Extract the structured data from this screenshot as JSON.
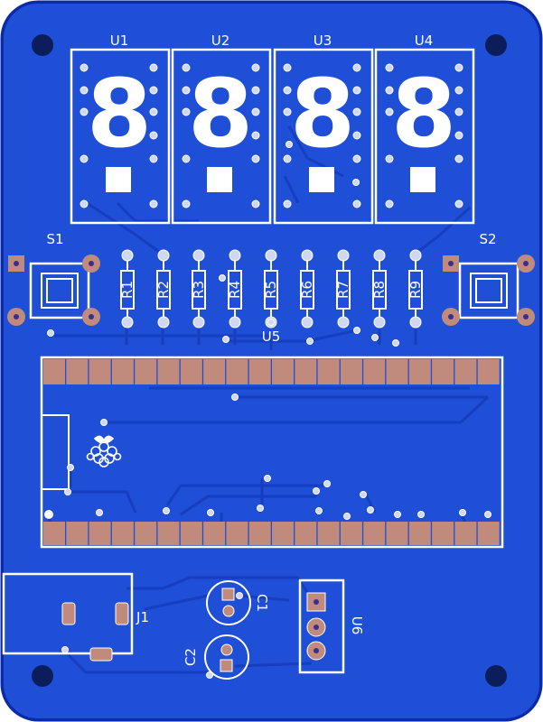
{
  "board": {
    "colors": {
      "board_edge": "#0a2aa8",
      "copper_fill": "#1f4fd6",
      "trace": "#153ec0",
      "silkscreen": "#ffffff",
      "pad": "#c08a7c",
      "pad_center": "#3a2f8a",
      "mount_hole": "#0b1d5a"
    }
  },
  "displays": [
    {
      "ref": "U1",
      "digit": "8"
    },
    {
      "ref": "U2",
      "digit": "8"
    },
    {
      "ref": "U3",
      "digit": "8"
    },
    {
      "ref": "U4",
      "digit": "8"
    }
  ],
  "switches": [
    {
      "ref": "S1"
    },
    {
      "ref": "S2"
    }
  ],
  "resistors": [
    "R1",
    "R2",
    "R3",
    "R4",
    "R5",
    "R6",
    "R7",
    "R8",
    "R9"
  ],
  "module": {
    "ref": "U5",
    "logo_icon": "raspberry-logo-icon",
    "pins_per_row": 20
  },
  "jack": {
    "ref": "J1"
  },
  "capacitors": [
    {
      "ref": "C1"
    },
    {
      "ref": "C2"
    }
  ],
  "regulator": {
    "ref": "U6",
    "pins": 3
  }
}
